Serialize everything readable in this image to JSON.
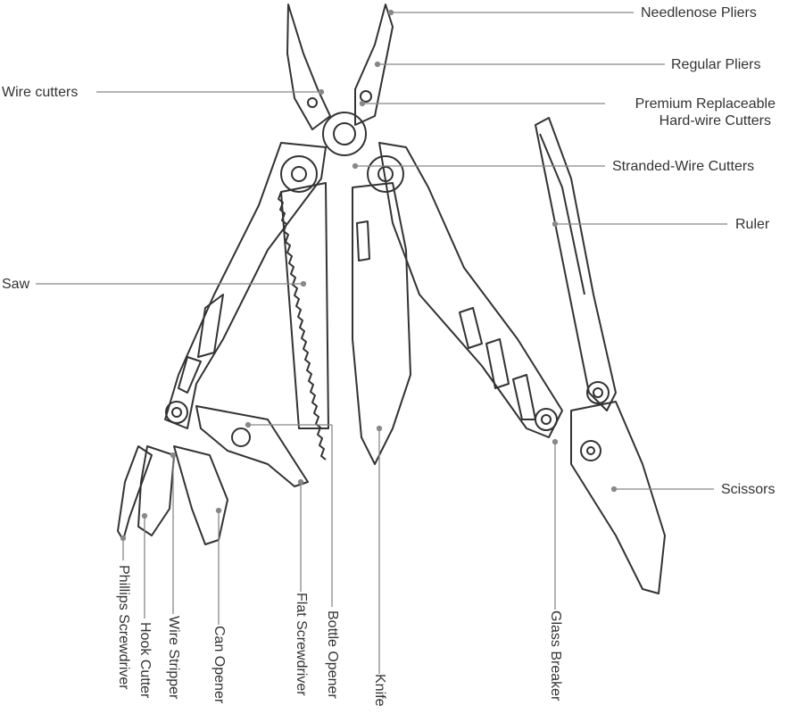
{
  "title": "Multitool parts diagram",
  "colors": {
    "stroke": "#333333",
    "leader": "#888888"
  },
  "labels": {
    "needlenose_pliers": "Needlenose Pliers",
    "regular_pliers": "Regular Pliers",
    "premium_cutters_line1": "Premium Replaceable",
    "premium_cutters_line2": "Hard-wire Cutters",
    "stranded_wire_cutters": "Stranded-Wire Cutters",
    "ruler": "Ruler",
    "scissors": "Scissors",
    "wire_cutters": "Wire cutters",
    "saw": "Saw",
    "phillips_screwdriver": "Phillips Screwdriver",
    "hook_cutter": "Hook Cutter",
    "wire_stripper": "Wire Stripper",
    "can_opener": "Can Opener",
    "flat_screwdriver": "Flat Screwdriver",
    "bottle_opener": "Bottle Opener",
    "knife": "Knife",
    "glass_breaker": "Glass Breaker"
  }
}
